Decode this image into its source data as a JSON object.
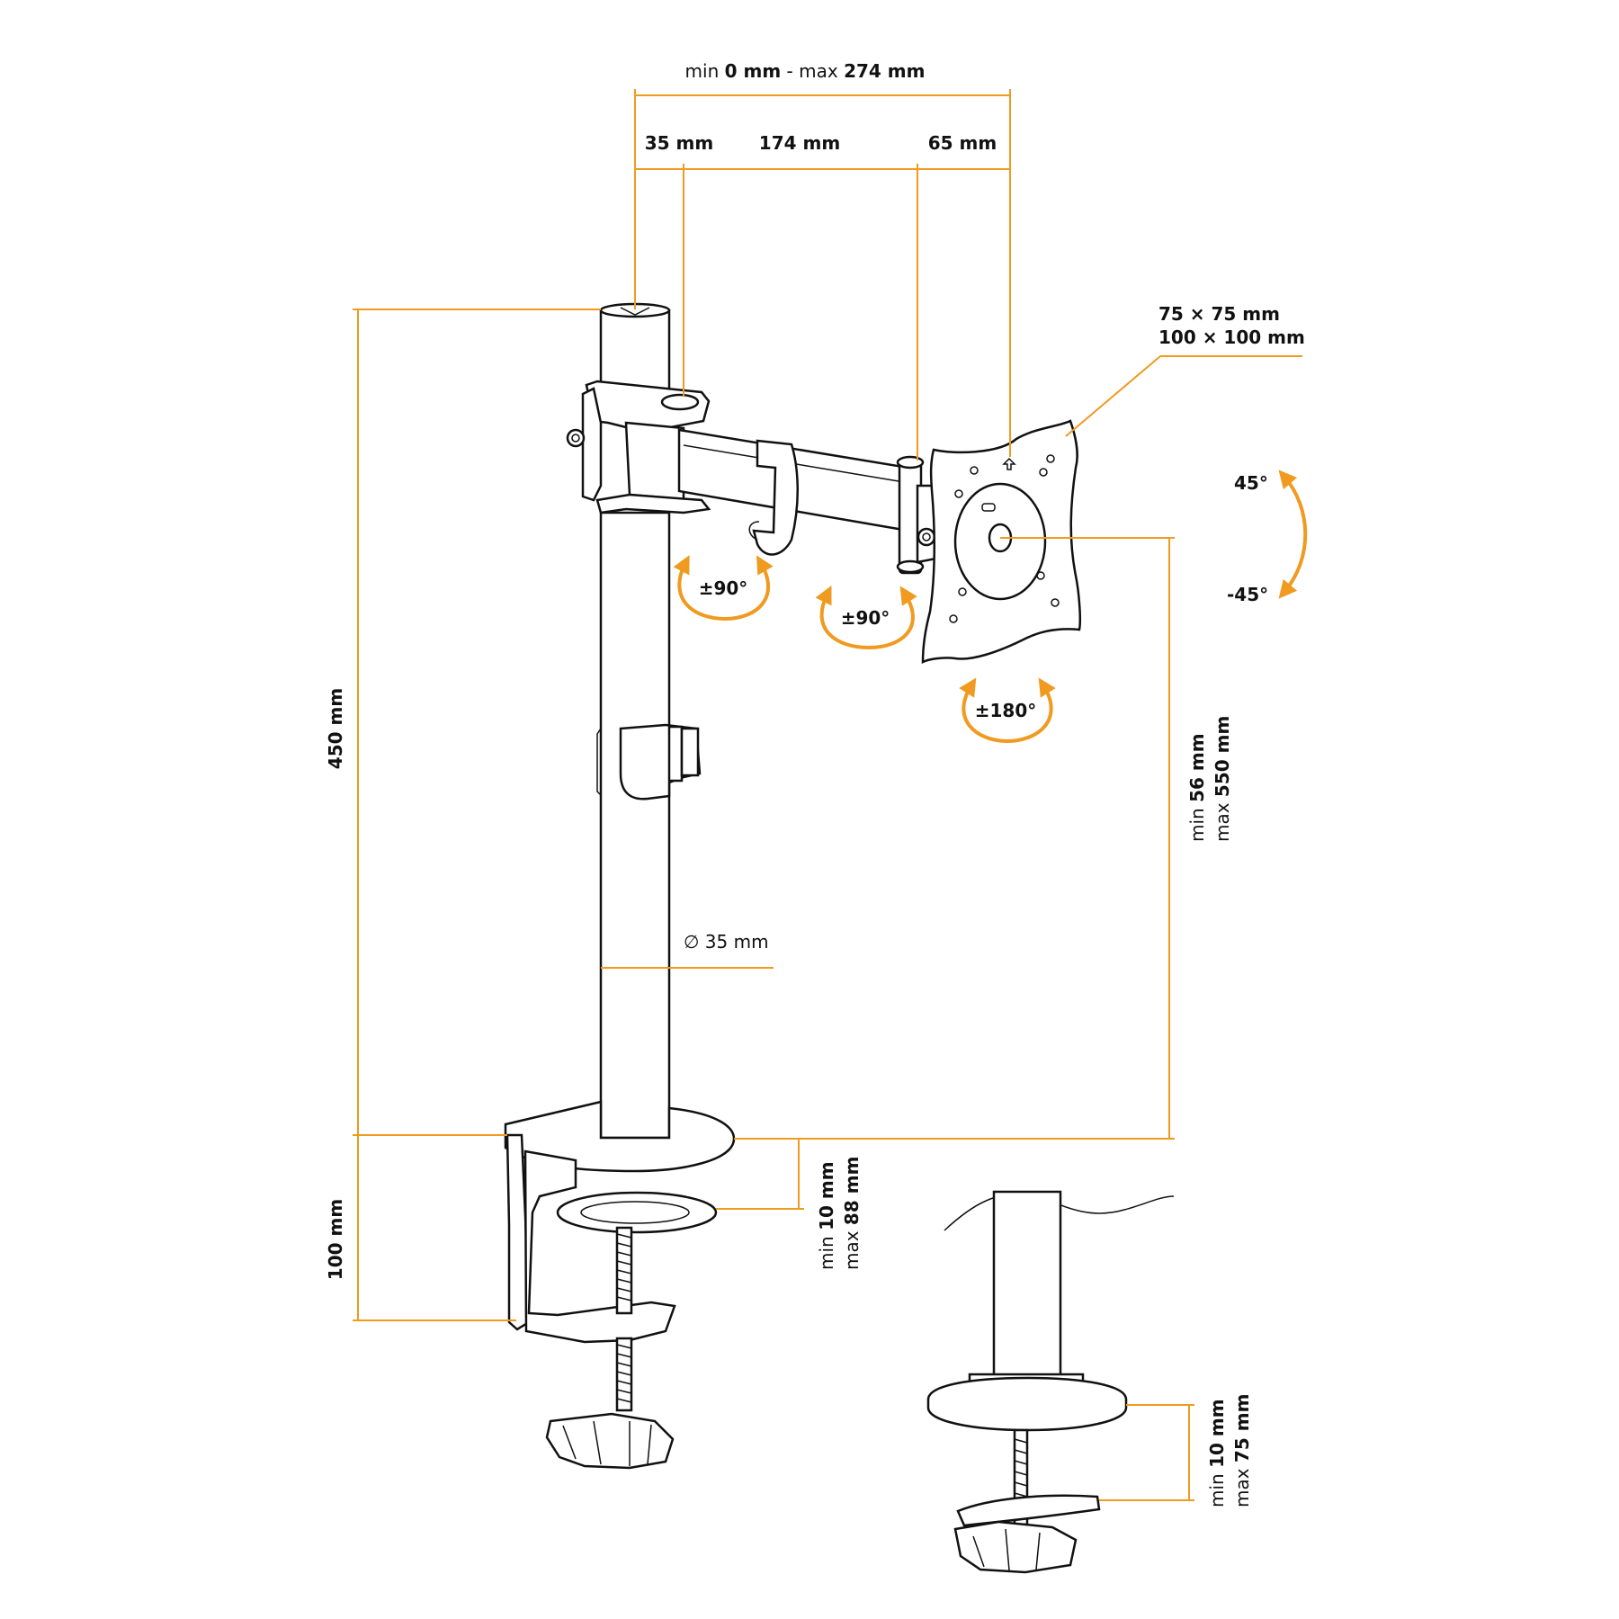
{
  "reach": {
    "range_min_word": "min ",
    "range_min_value": "0 mm",
    "range_max_word": " - max ",
    "range_max_value": "274 mm",
    "seg_pole_offset": "35 mm",
    "seg_arm": "174 mm",
    "seg_tilt_offset": "65 mm"
  },
  "vesa": {
    "line1": "75 × 75 mm",
    "line2": "100 × 100 mm"
  },
  "tilt": {
    "up": "45°",
    "down": "-45°"
  },
  "rotations": {
    "pole_joint": "±90°",
    "arm_joint": "±90°",
    "plate": "±180°"
  },
  "pole": {
    "height": "450 mm",
    "diameter": "∅ 35 mm"
  },
  "clamp": {
    "height": "100 mm"
  },
  "height_range": {
    "min_word": "min ",
    "min_value": "56 mm",
    "max_word": "max ",
    "max_value": "550 mm"
  },
  "desk_clamp": {
    "min_word": "min ",
    "min_value": "10 mm",
    "max_word": "max ",
    "max_value": "88 mm"
  },
  "grommet": {
    "min_word": "min ",
    "min_value": "10 mm",
    "max_word": "max ",
    "max_value": "75 mm"
  },
  "colors": {
    "accent": "#f09a1f",
    "line": "#111111",
    "background": "#ffffff"
  }
}
